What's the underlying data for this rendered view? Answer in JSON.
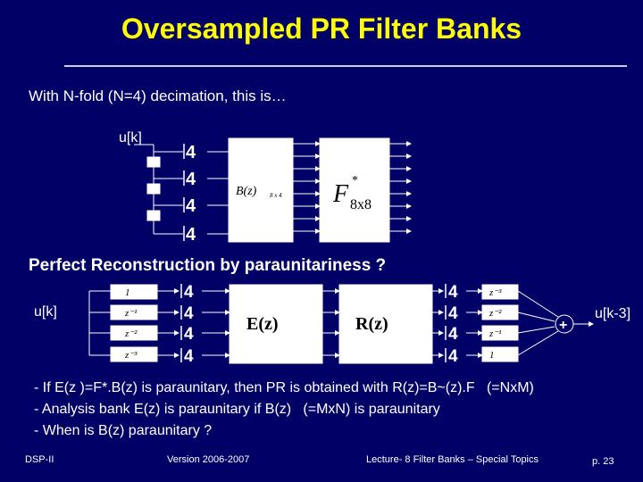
{
  "slide": {
    "title": "Oversampled PR Filter Banks",
    "intro": "With N-fold (N=4) decimation, this is…",
    "diagram1": {
      "input_label": "u[k]",
      "decimator_label": "4",
      "B_label": "B(z)",
      "B_sub": "8 x 4",
      "F_label": "F",
      "F_sup": "*",
      "F_sub": "8x8"
    },
    "heading2": "Perfect Reconstruction by paraunitariness ?",
    "diagram2": {
      "input_label": "u[k]",
      "output_label": "u[k-3]",
      "E_label": "E(z)",
      "R_label": "R(z)",
      "decimator_label": "4",
      "analysis_delays": [
        "1",
        "z⁻¹",
        "z⁻²",
        "z⁻³"
      ],
      "synthesis_delays": [
        "z⁻³",
        "z⁻²",
        "z⁻¹",
        "1"
      ],
      "sum_label": "+"
    },
    "bullets": [
      "- If E(z )=F*.B(z) is paraunitary, then PR is obtained with R(z)=B~(z).F   (=NxM)",
      "- Analysis bank E(z) is paraunitary if B(z)   (=MxN) is paraunitary",
      "- When is B(z) paraunitary ?"
    ],
    "footer": {
      "course": "DSP-II",
      "version": "Version 2006-2007",
      "lecture": "Lecture- 8   Filter Banks – Special Topics",
      "page": "p. 23"
    },
    "colors": {
      "background": "#000066",
      "title": "#ffff00",
      "text": "#ffffff"
    }
  }
}
